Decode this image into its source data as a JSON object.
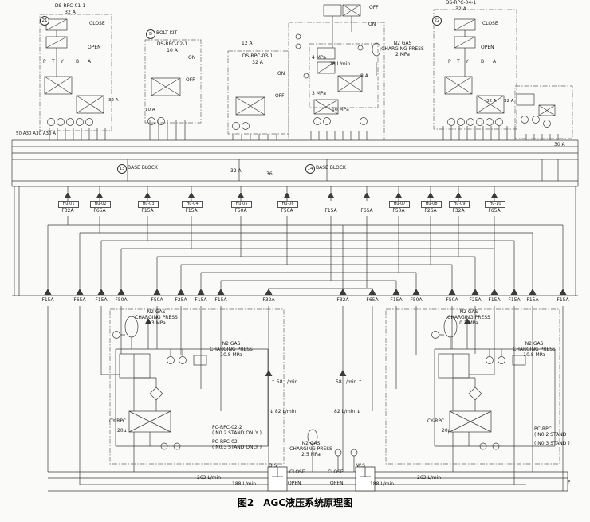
{
  "caption": "图2　AGC液压系统原理图",
  "markers": [
    {
      "t": "21"
    },
    {
      "t": "B"
    },
    {
      "t": "13"
    },
    {
      "t": "14"
    },
    {
      "t": "22"
    }
  ],
  "top": {
    "valve1": {
      "id": "DS-RPC-01-1",
      "size": "32 A",
      "close": "CLOSE",
      "open": "OPEN"
    },
    "bolt_kit": {
      "badge": "B",
      "label": "BOLT KIT"
    },
    "valve2": {
      "id": "DS-RPC-02-1",
      "size": "10 A",
      "on": "ON",
      "off": "OFF"
    },
    "valve3": {
      "id": "DS-RPC-03-1",
      "size": "32 A",
      "line_size": "12 A",
      "on": "ON",
      "off": "OFF"
    },
    "valve4": {
      "id": "DS-RPC-04-1",
      "size": "32 A",
      "close": "CLOSE",
      "open": "OPEN",
      "off": "OFF",
      "on": "ON"
    },
    "n2_press_2mpa": "N2 GAS\nCHARGING PRESS\n2 MPa",
    "p4mpa": "4 MPa",
    "flow28": "28 L/min",
    "size8a": "8 A",
    "p3mpa": "3 MPa",
    "p10mpa": "10 MPa",
    "ports_left": [
      "P",
      "T",
      "Y",
      "B",
      "A"
    ],
    "ports_right": [
      "P",
      "T",
      "Y",
      "B",
      "A"
    ],
    "left_sizes": "50 A30 A30 A30 A",
    "right_size": "30 A",
    "base_block1": {
      "num": "13",
      "label": "BASE BLOCK"
    },
    "base_block2": {
      "num": "14",
      "label": "BASE BLOCK"
    },
    "bus_size": "32 A",
    "bus_size2": "36",
    "extra": {
      "l1": "32 A",
      "l2": "10 A",
      "r1": "32 A",
      "r2": "32 A"
    }
  },
  "hu_row": [
    {
      "hu": "Hu-01",
      "f": "F32A"
    },
    {
      "hu": "Hu-02",
      "f": "F65A"
    },
    {
      "hu": "Hu-03",
      "f": "F15A"
    },
    {
      "hu": "Hu-04",
      "f": "F15A"
    },
    {
      "hu": "Hu-05",
      "f": "F50A"
    },
    {
      "hu": "Hu-06",
      "f": "F50A"
    },
    {
      "hu": "",
      "f": "F15A"
    },
    {
      "hu": "",
      "f": "F65A"
    },
    {
      "hu": "Hu-07",
      "f": "F50A"
    },
    {
      "hu": "Hu-08",
      "f": "F26A"
    },
    {
      "hu": "Hu-09",
      "f": "F32A"
    },
    {
      "hu": "Hu-10",
      "f": "F65A"
    }
  ],
  "flow_row": [
    "F15A",
    "F65A",
    "F15A",
    "F50A",
    "F50A",
    "F25A",
    "F15A",
    "F15A",
    "F32A",
    "F32A",
    "F65A",
    "F15A",
    "F50A",
    "F50A",
    "F25A",
    "F15A",
    "F15A",
    "F15A",
    "F15A"
  ],
  "left_unit": {
    "n2_03": "N2 GAS\nCHARGING PRESS\n0.3 MPa",
    "n2_108": "N2 GAS\nCHARGING PRESS\n10.8 MPa",
    "flow58": "↑ 58 L/min",
    "flow82": "↓ 82 L/min",
    "cy": "CY-RPC",
    "micron": "20μ",
    "pc1": "PC-RPC-02-2\n( N0.2 STAND ONLY )",
    "pc2": "PC-RPC-02\n( N0.3 STAND ONLY )",
    "flow263": "263 L/min",
    "flow188": "188 L/min",
    "side": "D.S",
    "close": "CLOSE",
    "open": "OPEN"
  },
  "right_unit": {
    "n2_03": "N2 GAS\nCHARGING PRESS\n0.3 MPa",
    "n2_108": "N2 GAS\nCHARGING PRESS\n10.8 MPa",
    "flow58": "58 L/min ↑",
    "flow82": "82 L/min ↓",
    "cy": "CY-RPC",
    "micron": "20μ",
    "pc1": "PC-RPC\n( N0.2 STAND",
    "pc2": "( N0.3 STAND )",
    "flow263": "263 L/min",
    "flow188": "188 L/min",
    "side": "W.S",
    "close": "CLOSE",
    "open": "OPEN"
  },
  "center": {
    "n2_25": "N2 GAS\nCHARGING PRESS\n2.5 MPa"
  },
  "f_label": "F"
}
